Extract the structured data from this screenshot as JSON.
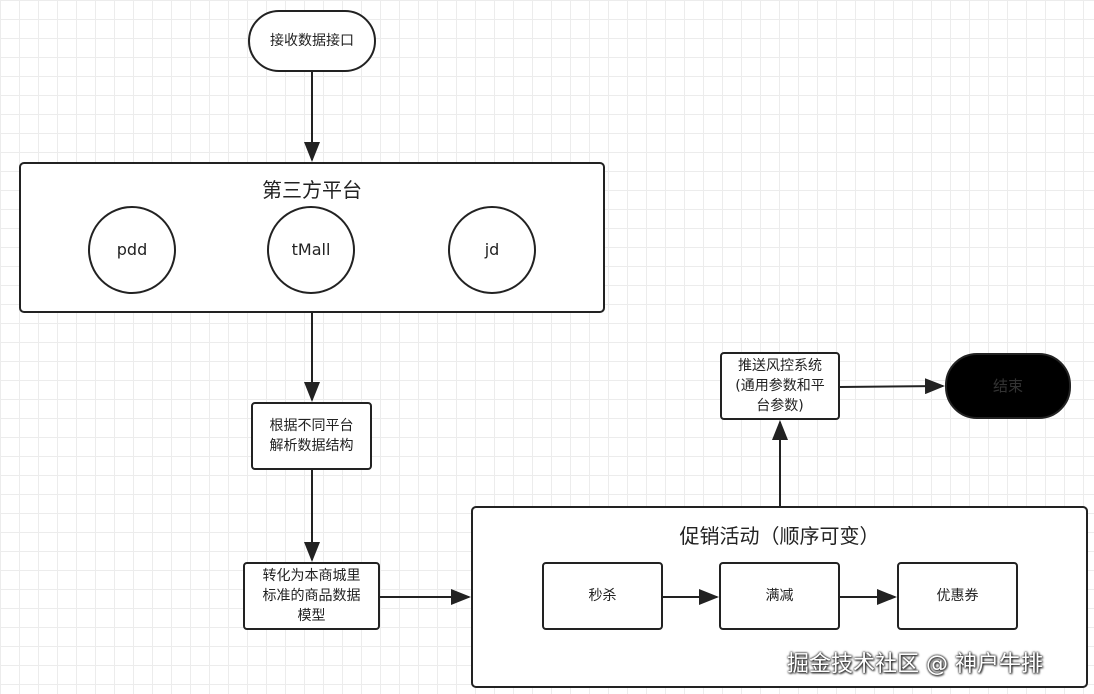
{
  "nodes": {
    "start": "接收数据接口",
    "platform_group": {
      "title": "第三方平台",
      "platforms": [
        "pdd",
        "tMall",
        "jd"
      ]
    },
    "parse": "根据不同平台解析数据结构",
    "convert": "转化为本商城里标准的商品数据模型",
    "promo_group": {
      "title": "促销活动（顺序可变）",
      "steps": [
        "秒杀",
        "满减",
        "优惠券"
      ]
    },
    "risk": "推送风控系统(通用参数和平台参数)",
    "end": "结束"
  },
  "colors": {
    "end_fill": "#000000",
    "end_text": "#333333",
    "line": "#222222"
  },
  "watermark": "掘金技术社区 @ 神户牛排"
}
